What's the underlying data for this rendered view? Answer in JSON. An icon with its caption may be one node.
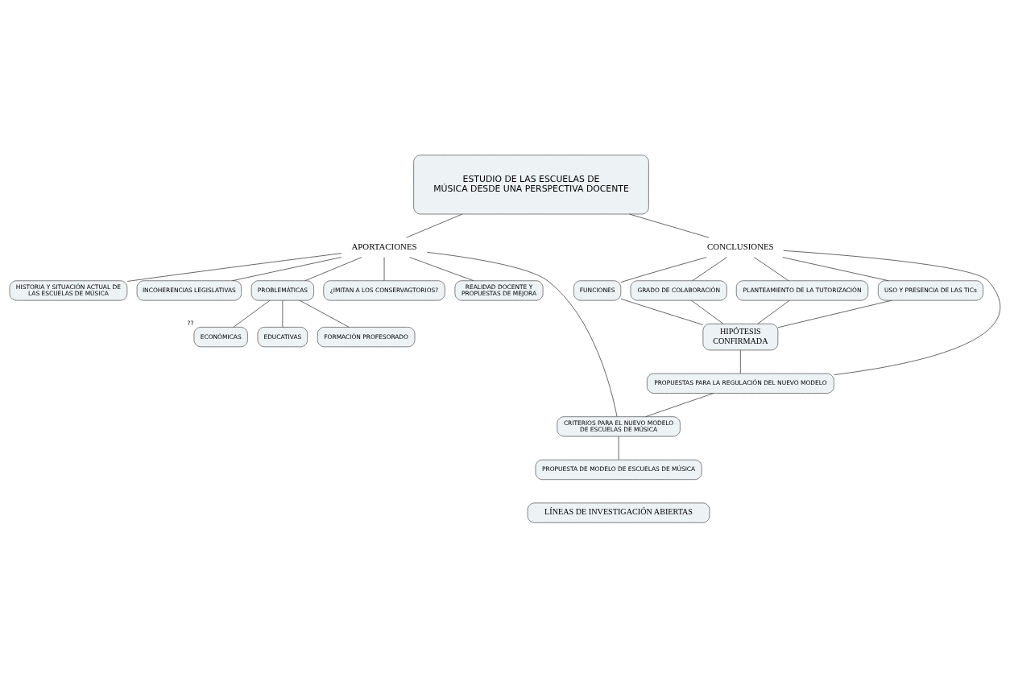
{
  "diagram": {
    "nodes": [
      {
        "text": [
          "ESTUDIO DE LAS ESCUELAS DE MÚSICA DESDE UNA PERSPECTIVA DOCENTE"
        ]
      },
      {
        "text": [
          "APORTACIONES"
        ]
      },
      {
        "text": [
          "CONCLUSIONES"
        ]
      },
      {
        "text": [
          "HISTORIA Y SITUACIÓN ACTUAL DE LAS ESCUELAS DE MÚSICA"
        ]
      },
      {
        "text": [
          "INCOHERENCIAS LEGISLATIVAS"
        ]
      },
      {
        "text": [
          "PROBLEMÁTICAS"
        ]
      },
      {
        "text": [
          "ECONÓMICAS"
        ],
        "beside": [
          "??"
        ]
      },
      {
        "text": [
          "EDUCATIVAS"
        ]
      },
      {
        "text": [
          "FORMACIÓN PROFESORADO"
        ]
      },
      {
        "text": [
          "¿IMITAN A LOS CONSERVAGTORIOS?"
        ]
      },
      {
        "text": [
          "REALIDAD DOCENTE Y PROPUESTAS DE MEJORA"
        ]
      },
      {
        "text": [
          "CRITERIOS PARA EL NUEVO MODELO DE ESCUELAS DE MÚSICA"
        ]
      },
      {
        "text": [
          "FUNCIONES"
        ]
      },
      {
        "text": [
          "GRADO DE COLABORACIÓN"
        ]
      },
      {
        "text": [
          "PLANTEAMIENTO DE LA TUTORIZACIÓN"
        ]
      },
      {
        "text": [
          "USO Y PRESENCIA DE LAS TICs"
        ]
      },
      {
        "text": [
          "HIPÓTESIS CONFIRMADA"
        ]
      },
      {
        "text": [
          "PROPUESTAS PARA LA REGULACIÓN DEL NUEVO MODELO"
        ]
      },
      {
        "text": [
          "PROPUESTA DE MODELO DE ESCUELAS DE MÚSICA"
        ]
      },
      {
        "text": [
          "LÍNEAS DE INVESTIGACIÓN ABIERTAS"
        ]
      }
    ],
    "edges": [
      {
        "from": 0,
        "to": 1,
        "arrow": "none"
      },
      {
        "from": 0,
        "to": 2,
        "arrow": "none"
      },
      {
        "from": 1,
        "to": 3,
        "arrow": "none"
      },
      {
        "from": 1,
        "to": 4,
        "arrow": "none"
      },
      {
        "from": 1,
        "to": 5,
        "arrow": "none"
      },
      {
        "from": 1,
        "to": 9,
        "arrow": "none"
      },
      {
        "from": 1,
        "to": 10,
        "arrow": "none"
      },
      {
        "from": 1,
        "to": 11,
        "arrow": "none"
      },
      {
        "from": 5,
        "to": 6,
        "arrow": "none"
      },
      {
        "from": 5,
        "to": 7,
        "arrow": "none"
      },
      {
        "from": 5,
        "to": 8,
        "arrow": "none"
      },
      {
        "from": 2,
        "to": 12,
        "arrow": "none"
      },
      {
        "from": 2,
        "to": 13,
        "arrow": "none"
      },
      {
        "from": 2,
        "to": 14,
        "arrow": "none"
      },
      {
        "from": 2,
        "to": 15,
        "arrow": "none"
      },
      {
        "from": 2,
        "to": 17,
        "arrow": "none"
      },
      {
        "from": 12,
        "to": 16,
        "arrow": "none"
      },
      {
        "from": 13,
        "to": 16,
        "arrow": "none"
      },
      {
        "from": 14,
        "to": 16,
        "arrow": "none"
      },
      {
        "from": 15,
        "to": 16,
        "arrow": "none"
      },
      {
        "from": 16,
        "to": 17,
        "arrow": "none"
      },
      {
        "from": 17,
        "to": 11,
        "arrow": "none"
      },
      {
        "from": 11,
        "to": 18,
        "arrow": "none"
      }
    ]
  }
}
